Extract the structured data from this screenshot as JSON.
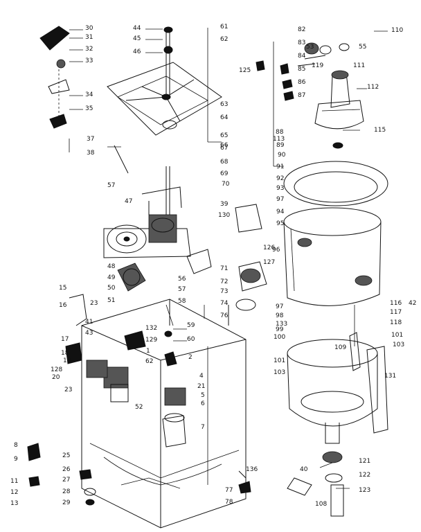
{
  "labels": [
    "1",
    "2",
    "4",
    "5",
    "6",
    "7",
    "8",
    "9",
    "11",
    "12",
    "13",
    "15",
    "16",
    "17",
    "18",
    "19",
    "20",
    "21",
    "23",
    "25",
    "26",
    "27",
    "28",
    "29",
    "30",
    "31",
    "32",
    "33",
    "34",
    "35",
    "37",
    "38",
    "39",
    "40",
    "41",
    "42",
    "43",
    "44",
    "45",
    "46",
    "47",
    "48",
    "49",
    "50",
    "51",
    "52",
    "53",
    "55",
    "56",
    "57",
    "58",
    "59",
    "60",
    "61",
    "62",
    "63",
    "64",
    "65",
    "66",
    "67",
    "68",
    "69",
    "70",
    "71",
    "72",
    "73",
    "74",
    "76",
    "77",
    "78",
    "82",
    "83",
    "84",
    "85",
    "86",
    "87",
    "88",
    "89",
    "90",
    "91",
    "92",
    "93",
    "94",
    "95",
    "96",
    "97",
    "98",
    "99",
    "100",
    "101",
    "103",
    "108",
    "109",
    "110",
    "111",
    "112",
    "113",
    "115",
    "116",
    "117",
    "118",
    "119",
    "121",
    "122",
    "123",
    "125",
    "126",
    "127",
    "128",
    "129",
    "130",
    "131",
    "132",
    "133",
    "136"
  ]
}
